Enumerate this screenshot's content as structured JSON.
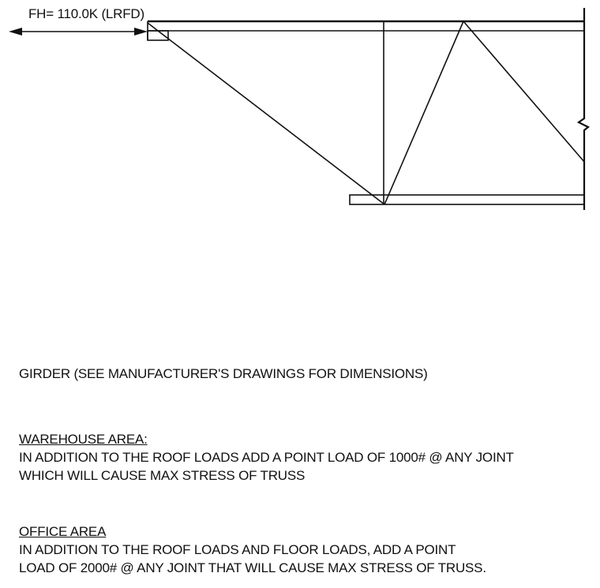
{
  "drawing": {
    "force_label": "FH= 110.0K (LRFD)"
  },
  "notes": {
    "girder": "GIRDER (SEE MANUFACTURER'S DRAWINGS FOR DIMENSIONS)",
    "warehouse": {
      "heading": "WAREHOUSE AREA:",
      "line1": "IN ADDITION TO THE ROOF LOADS ADD A POINT LOAD OF 1000# @ ANY JOINT",
      "line2": "WHICH WILL CAUSE MAX STRESS OF TRUSS"
    },
    "office": {
      "heading": "OFFICE AREA",
      "line1": "IN ADDITION TO THE ROOF LOADS AND FLOOR LOADS, ADD A POINT",
      "line2": "LOAD OF 2000# @ ANY JOINT THAT WILL CAUSE MAX STRESS OF TRUSS."
    }
  }
}
